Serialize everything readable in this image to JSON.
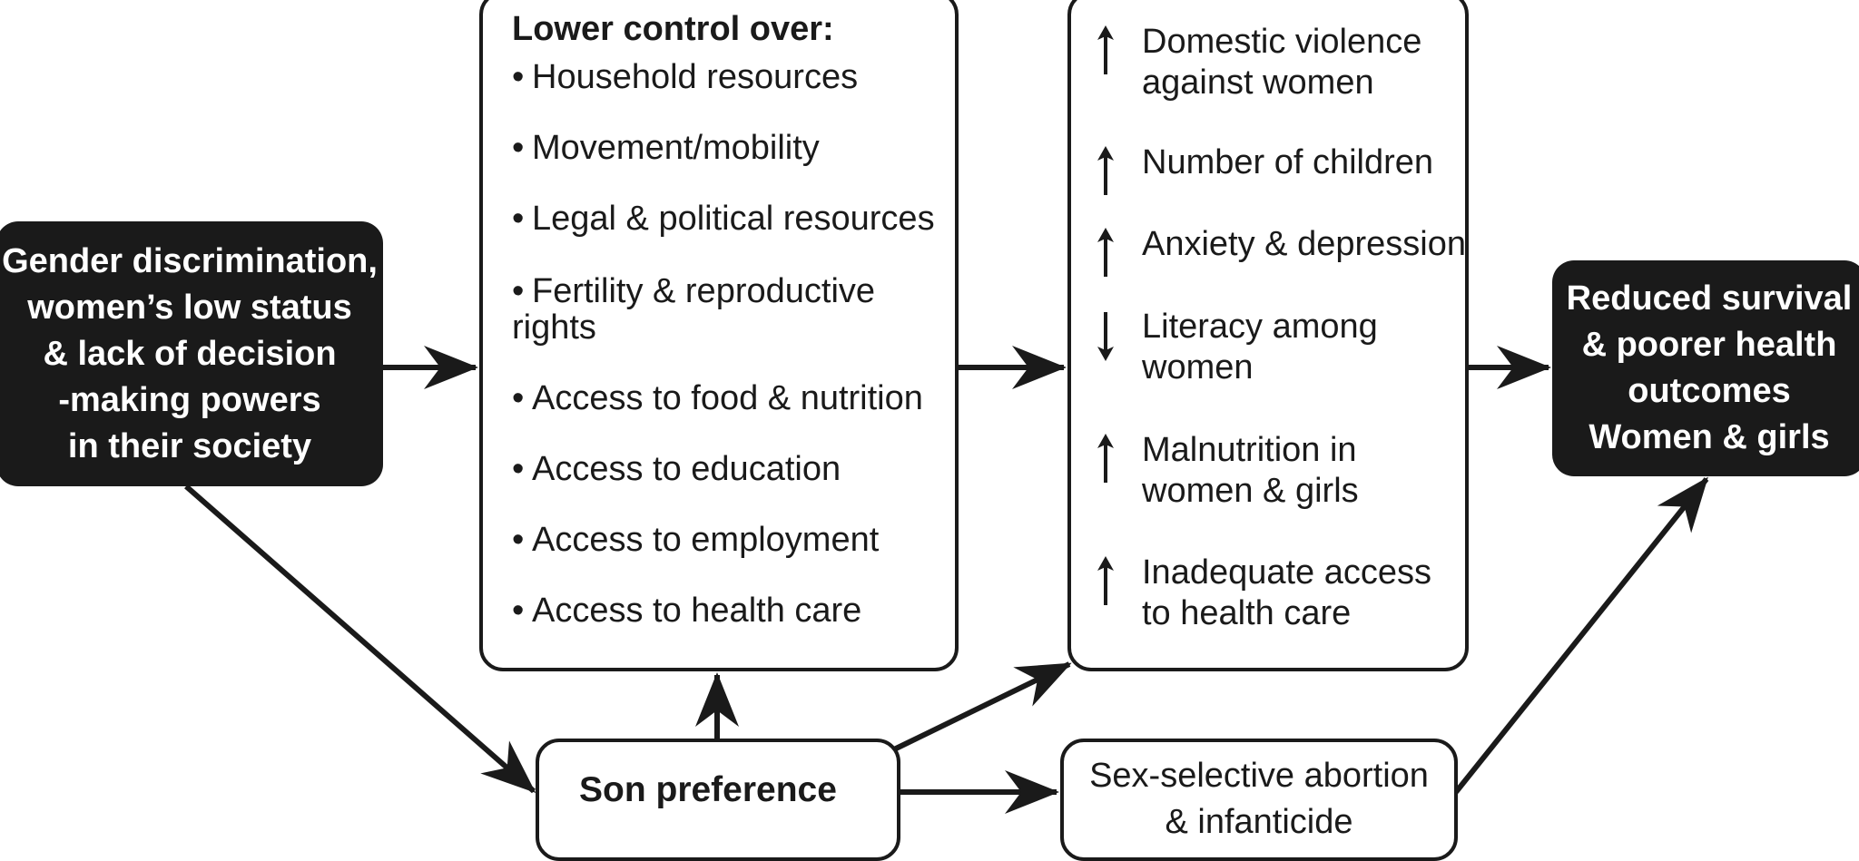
{
  "cause": {
    "lines": [
      "Gender discrimination,",
      "women’s low status",
      "& lack of decision",
      "-making powers",
      "in their society"
    ]
  },
  "lower_control": {
    "heading": "Lower control over:",
    "bullet": "•",
    "items": [
      "Household resources",
      "Movement/mobility",
      "Legal & political resources",
      "Fertility & reproductive rights",
      "Access to food & nutrition",
      "Access to education",
      "Access to employment",
      "Access to health care"
    ]
  },
  "effects": [
    {
      "direction": "up",
      "lines": [
        "Domestic violence",
        "against women"
      ]
    },
    {
      "direction": "up",
      "lines": [
        "Number of children"
      ]
    },
    {
      "direction": "up",
      "lines": [
        "Anxiety & depression"
      ]
    },
    {
      "direction": "down",
      "lines": [
        "Literacy among",
        "women"
      ]
    },
    {
      "direction": "up",
      "lines": [
        "Malnutrition in",
        "women & girls"
      ]
    },
    {
      "direction": "up",
      "lines": [
        "Inadequate access",
        "to health care"
      ]
    }
  ],
  "outcome": {
    "lines": [
      "Reduced survival",
      "& poorer health",
      "outcomes",
      "Women & girls"
    ]
  },
  "son_preference": {
    "label": "Son preference"
  },
  "sex_selective": {
    "lines": [
      "Sex-selective abortion",
      "& infanticide"
    ]
  },
  "colors": {
    "ink": "#1a1a1a",
    "background": "#ffffff"
  }
}
